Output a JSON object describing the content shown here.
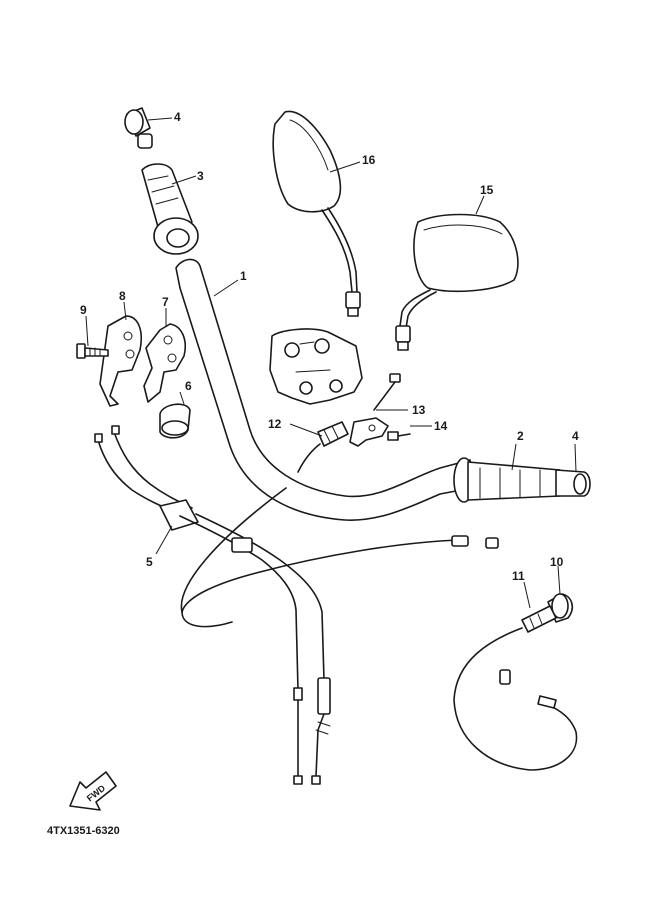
{
  "diagram": {
    "code": "4TX1351-6320",
    "fwd_label": "FWD",
    "callouts": [
      "1",
      "2",
      "3",
      "4",
      "4",
      "5",
      "6",
      "7",
      "8",
      "9",
      "10",
      "11",
      "12",
      "13",
      "14",
      "15",
      "16"
    ]
  }
}
